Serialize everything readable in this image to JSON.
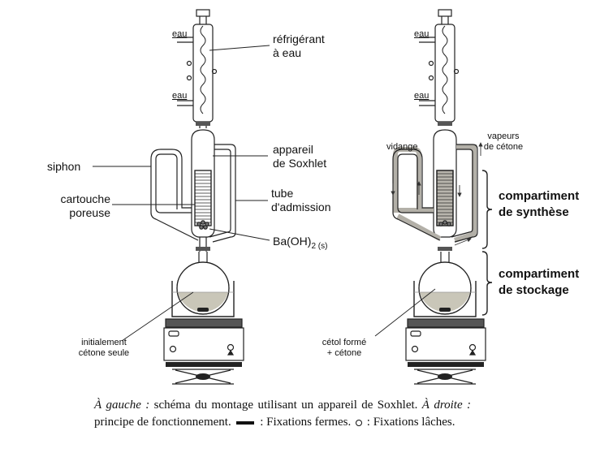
{
  "labels": {
    "eau": "eau",
    "refrigerant_line1": "réfrigérant",
    "refrigerant_line2": "à eau",
    "appareil_line1": "appareil",
    "appareil_line2": "de Soxhlet",
    "siphon": "siphon",
    "cartouche_line1": "cartouche",
    "cartouche_line2": "poreuse",
    "tube_line1": "tube",
    "tube_line2": "d'admission",
    "baoh_main": "Ba(OH)",
    "baoh_sub": "2 (s)",
    "initial_line1": "initialement",
    "initial_line2": "cétone seule",
    "vidange": "vidange",
    "vapeurs_line1": "vapeurs",
    "vapeurs_line2": "de cétone",
    "synthese_line1": "compartiment",
    "synthese_line2": "de synthèse",
    "stockage_line1": "compartiment",
    "stockage_line2": "de stockage",
    "cetol_line1": "cétol formé",
    "cetol_line2": "+ cétone"
  },
  "caption": {
    "left_label": "À gauche :",
    "left_text": " schéma du montage utilisant un appareil de Soxhlet.",
    "right_label": "À droite :",
    "right_text": " principe de fonctionnement.",
    "fixed_text": " : Fixations fermes.",
    "loose_text": " : Fixations lâches."
  },
  "colors": {
    "liquid": "#c9c6b8",
    "channel": "#b3b0a8",
    "clamp": "#555555",
    "stroke": "#222222"
  }
}
